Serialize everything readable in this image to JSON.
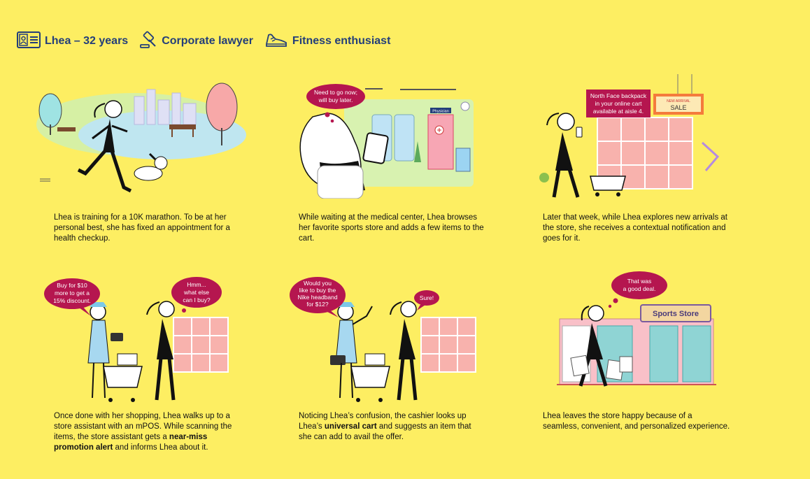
{
  "header": {
    "age": "Lhea – 32 years",
    "job": "Corporate lawyer",
    "hobby": "Fitness enthusiast"
  },
  "panels": [
    {
      "caption": "Lhea is training for a 10K marathon. To be at her personal best, she has fixed an appointment for a health checkup."
    },
    {
      "bubble": [
        "Need to go now;",
        "will buy later."
      ],
      "door_sign": "Physician",
      "caption": "While waiting at the medical center, Lhea browses her favorite sports store and adds a few items to the cart."
    },
    {
      "notification": [
        "North Face backpack",
        "in your online cart",
        "available at aisle 4."
      ],
      "sale_sign_top": "NEW ARRIVAL",
      "sale_sign": "SALE",
      "caption": "Later that week, while Lhea explores new arrivals at the store, she receives a contextual notification and goes for it."
    },
    {
      "bubble_assistant": [
        "Buy for $10",
        "more to get a",
        "15% discount."
      ],
      "bubble_lhea": [
        "Hmm...",
        "what else",
        "can I buy?"
      ],
      "caption_pre": "Once done with her shopping, Lhea walks up to a store assistant with an mPOS. While scanning the items, the store assistant gets a ",
      "caption_bold": "near-miss promotion alert",
      "caption_post": " and informs Lhea about it."
    },
    {
      "bubble_cashier": [
        "Would you",
        "like to buy the",
        "Nike headband",
        "for $12?"
      ],
      "bubble_lhea": "Sure!",
      "caption_pre": "Noticing Lhea’s confusion, the cashier looks up Lhea’s ",
      "caption_bold": "universal cart",
      "caption_post": " and suggests an item that she can add to avail the offer."
    },
    {
      "bubble": [
        "That was",
        "a good deal."
      ],
      "store_sign": "Sports Store",
      "caption": "Lhea leaves the store happy because of a seamless, convenient, and personalized experience."
    }
  ],
  "colors": {
    "background": "#fdee62",
    "header_text": "#233e7a",
    "bubble": "#b5164f",
    "shelf": "#f8b2ad"
  }
}
